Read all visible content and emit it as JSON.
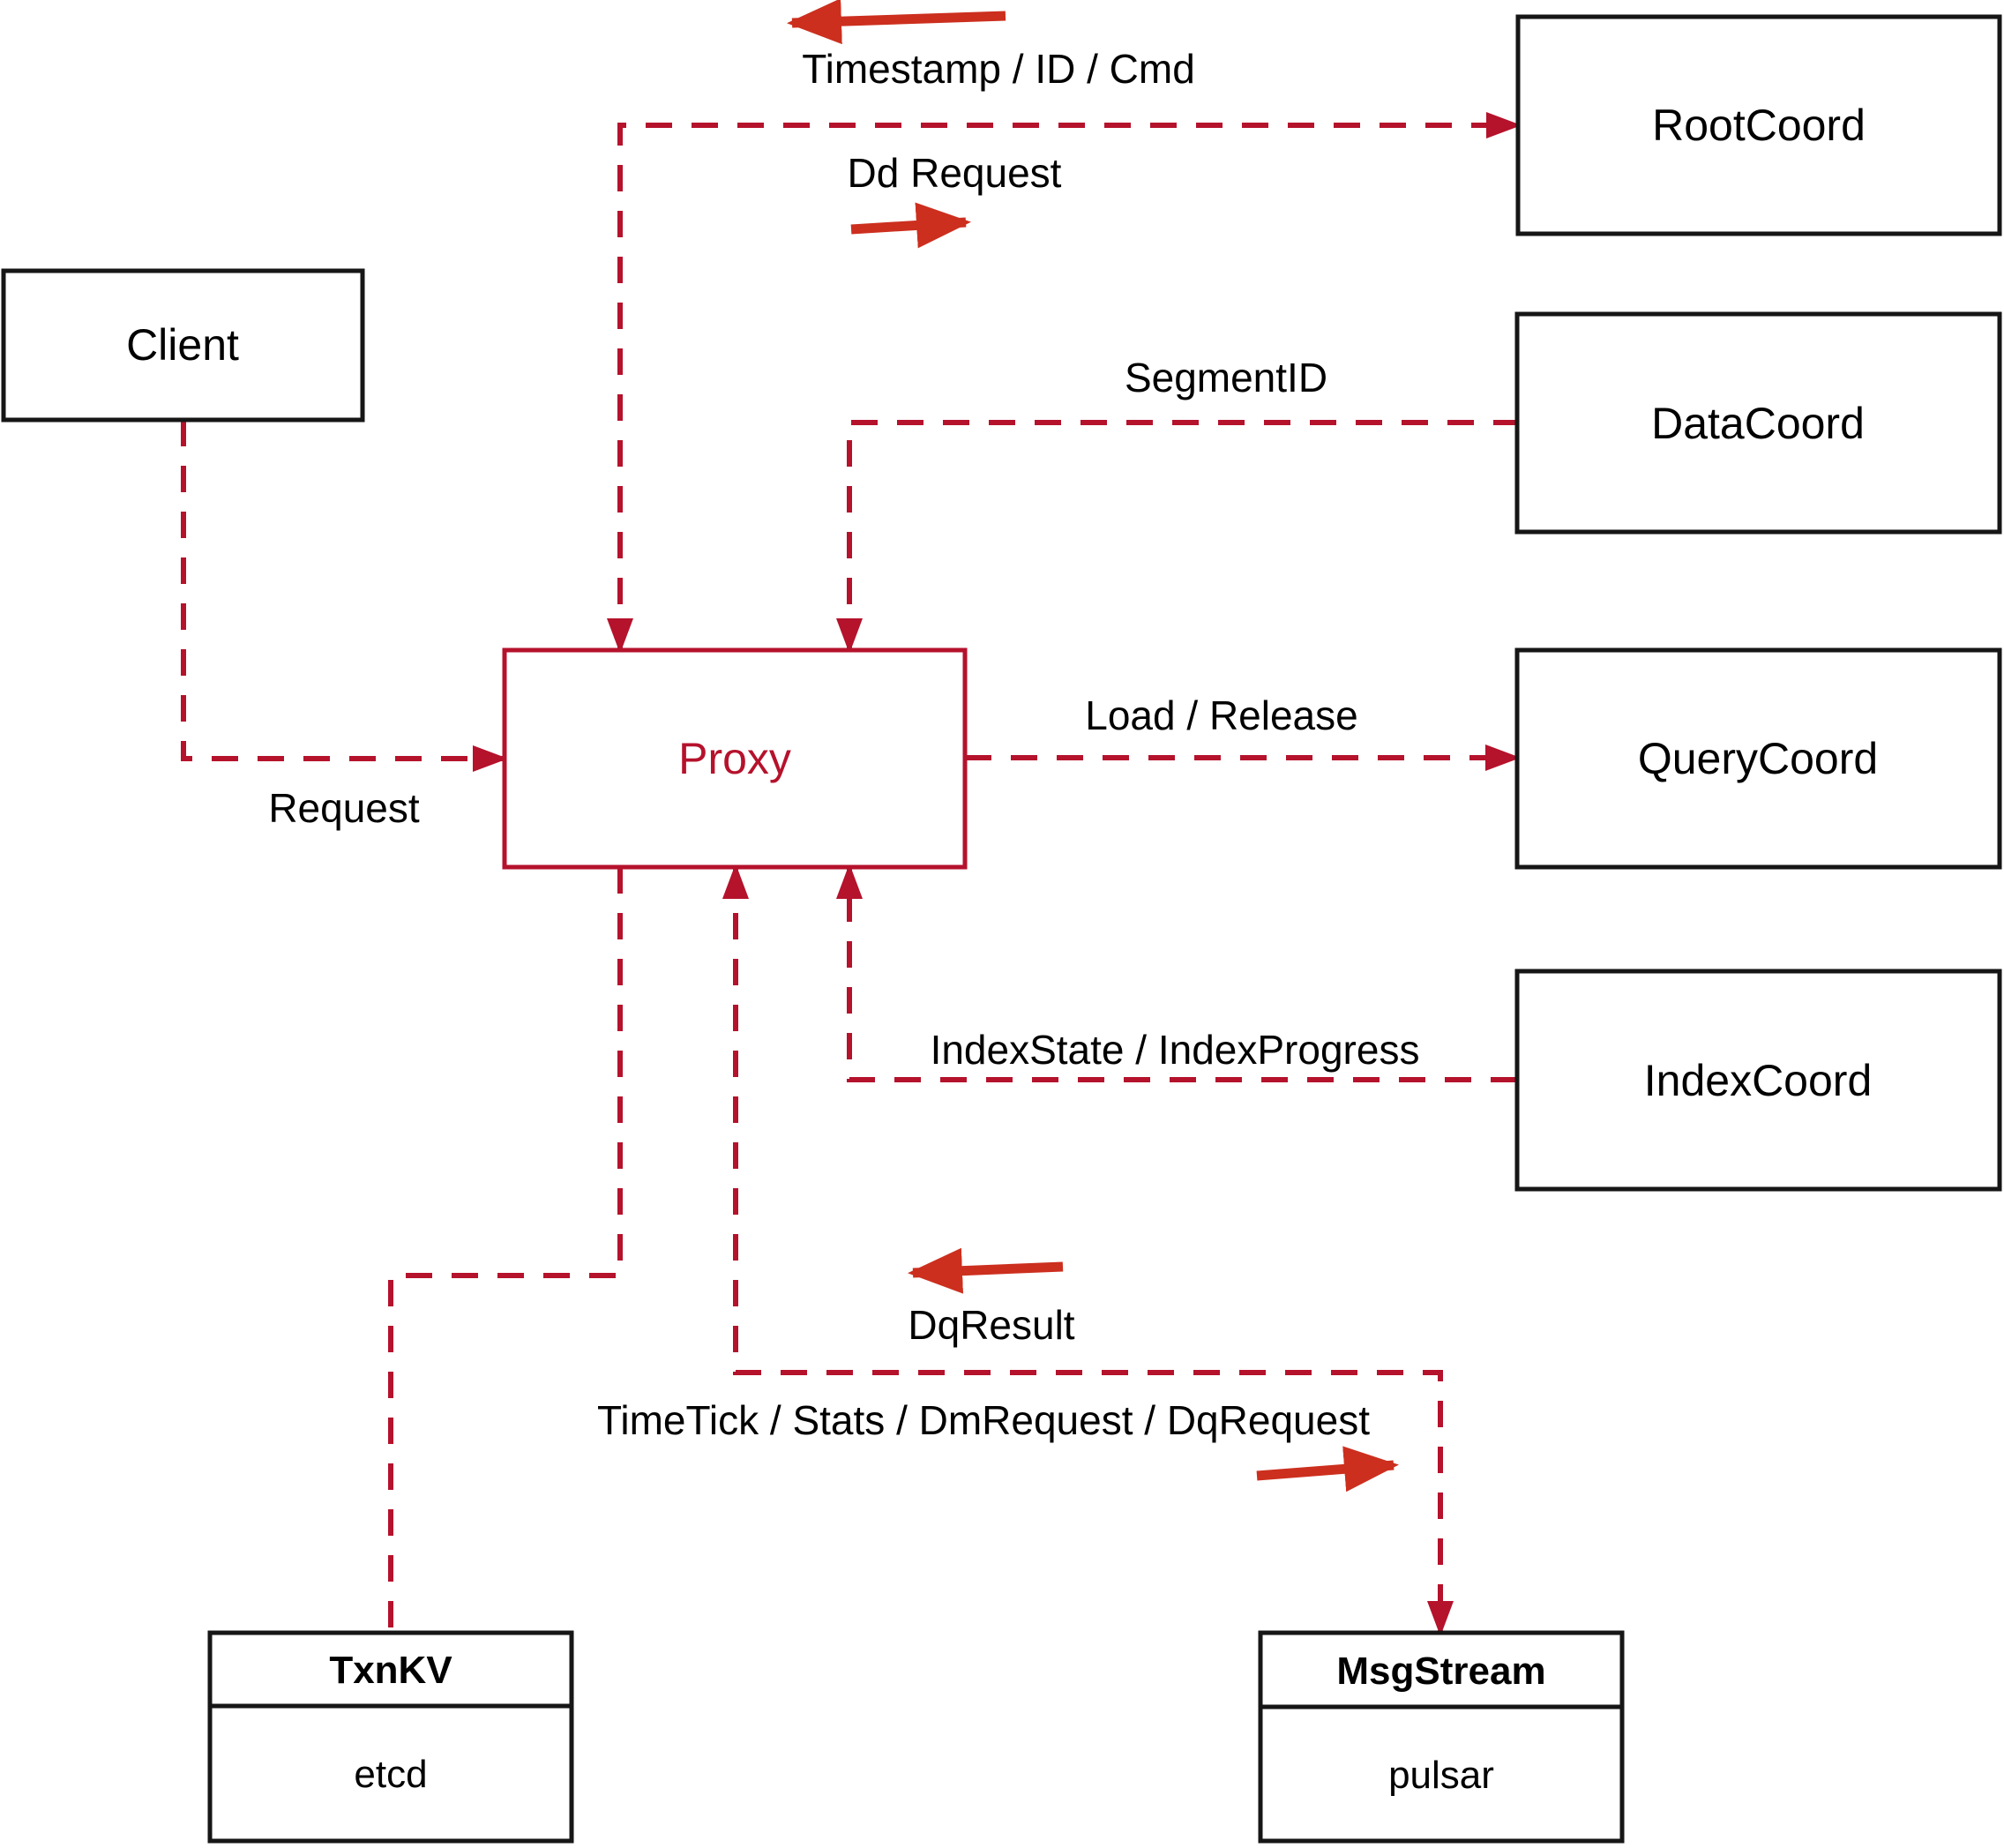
{
  "diagram": {
    "nodes": {
      "client": {
        "label": "Client"
      },
      "root_coord": {
        "label": "RootCoord"
      },
      "data_coord": {
        "label": "DataCoord"
      },
      "query_coord": {
        "label": "QueryCoord"
      },
      "index_coord": {
        "label": "IndexCoord"
      },
      "proxy": {
        "label": "Proxy"
      },
      "txn_kv": {
        "title": "TxnKV",
        "subtitle": "etcd"
      },
      "msg_stream": {
        "title": "MsgStream",
        "subtitle": "pulsar"
      }
    },
    "edge_labels": {
      "timestamp_id_cmd": "Timestamp / ID / Cmd",
      "dd_request": "Dd Request",
      "segment_id": "SegmentID",
      "load_release": "Load / Release",
      "index_state_progress": "IndexState / IndexProgress",
      "request": "Request",
      "dq_result": "DqResult",
      "timetick_stats": "TimeTick / Stats / DmRequest / DqRequest"
    },
    "colors": {
      "line_red": "#b5122c",
      "arrow_red": "#cc2f1e",
      "box_border": "#161616",
      "text": "#000000",
      "background": "#ffffff"
    }
  }
}
